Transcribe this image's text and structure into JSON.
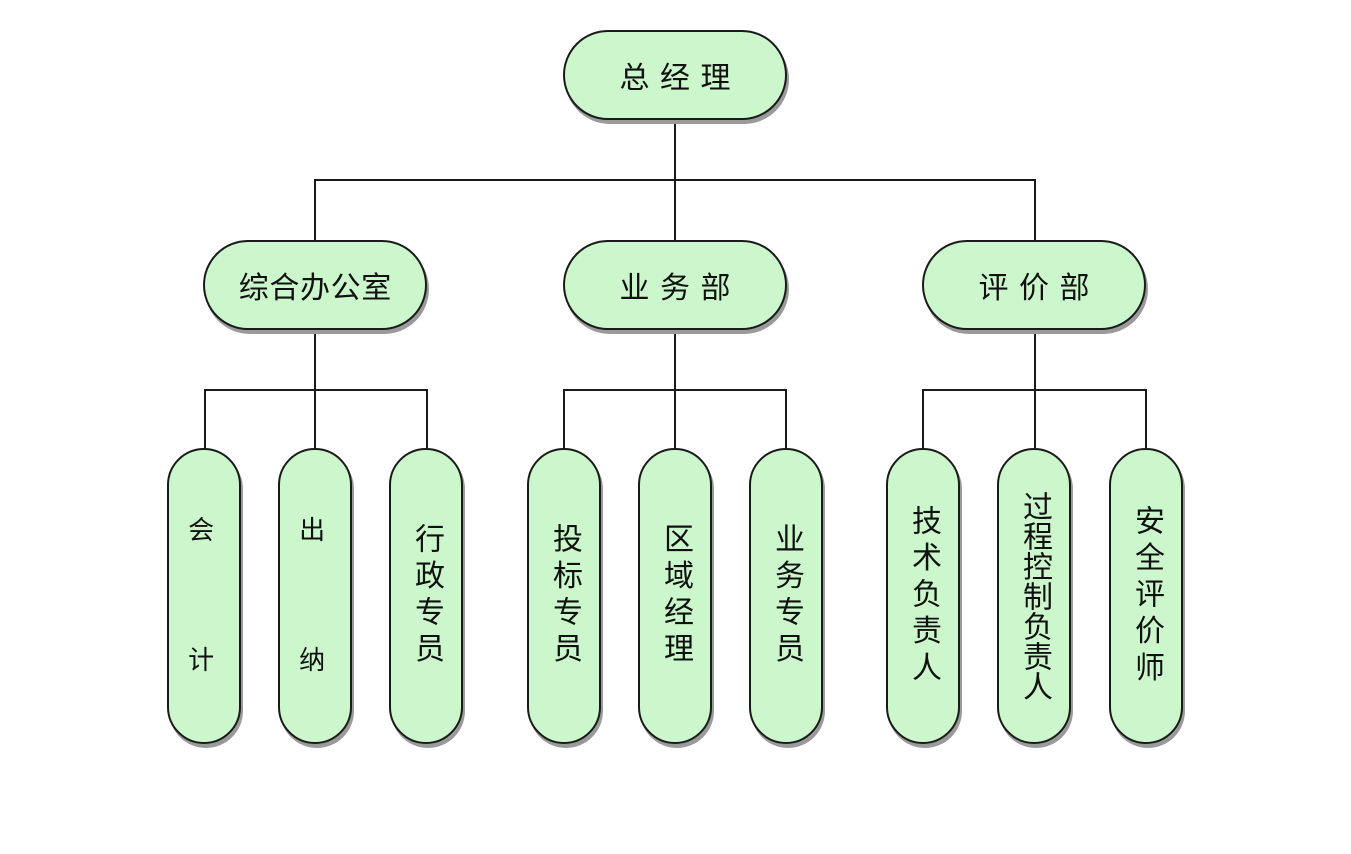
{
  "colors": {
    "box_fill": "#ccf7cc",
    "line": "#1a1a1a",
    "shadow": "#9a9a9a"
  },
  "root": {
    "label": "总经理"
  },
  "departments": [
    {
      "label": "综合办公室",
      "children": [
        "会",
        "计",
        "出",
        "纳",
        "行政专员"
      ]
    },
    {
      "label": "业务部",
      "children": [
        "投标专员",
        "区域经理",
        "业务专员"
      ]
    },
    {
      "label": "评价部",
      "children": [
        "技术负责人",
        "过程控制负责人",
        "安全评价师"
      ]
    }
  ],
  "leaves": {
    "accountant": {
      "top": "会",
      "bottom": "计"
    },
    "cashier": {
      "top": "出",
      "bottom": "纳"
    },
    "admin_staff": "行政专员",
    "bidding_staff": "投标专员",
    "regional_manager": "区域经理",
    "business_staff": "业务专员",
    "technical_lead": "技术负责人",
    "process_control_lead": "过程控制负责人",
    "safety_assessor": "安全评价师"
  }
}
